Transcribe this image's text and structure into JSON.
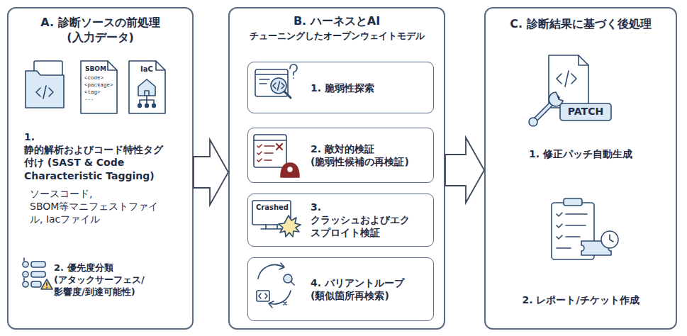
{
  "diagram": {
    "nodes": [
      {
        "text": [
          "A. 診断ソースの前処理 (入力データ)",
          "1. 静的解析およびコード特性タグ付け (SAST & Code Characteristic Tagging)",
          "ソースコード, SBOM等マニフェストファイル, Iacファイル",
          "2. 優先度分類 (アタックサーフェス/影響度/到達可能性)"
        ]
      },
      {
        "text": [
          "B. ハーネスとAI",
          "チューニングしたオープンウェイトモデル"
        ]
      },
      {
        "text": [
          "1. 脆弱性探索"
        ],
        "in": 1
      },
      {
        "text": [
          "2. 敵対的検証 (脆弱性候補の再検証)"
        ],
        "in": 1
      },
      {
        "text": [
          "3. クラッシュおよびエクスプロイト検証"
        ],
        "in": 1
      },
      {
        "text": [
          "4. バリアントループ (類似箇所再検索)"
        ],
        "in": 1
      },
      {
        "text": [
          "C. 診断結果に基づく後処理",
          "1. 修正パッチ自動生成",
          "2. レポート/チケット作成"
        ]
      }
    ],
    "edges": [
      {
        "from": 0,
        "to": 1,
        "arrow": "to"
      },
      {
        "from": 1,
        "to": 6,
        "arrow": "to"
      }
    ],
    "labels": [
      "SBOM",
      "<code>",
      "<package>",
      "<tag>",
      "...",
      "IaC",
      "Crashed",
      "PATCH"
    ]
  }
}
